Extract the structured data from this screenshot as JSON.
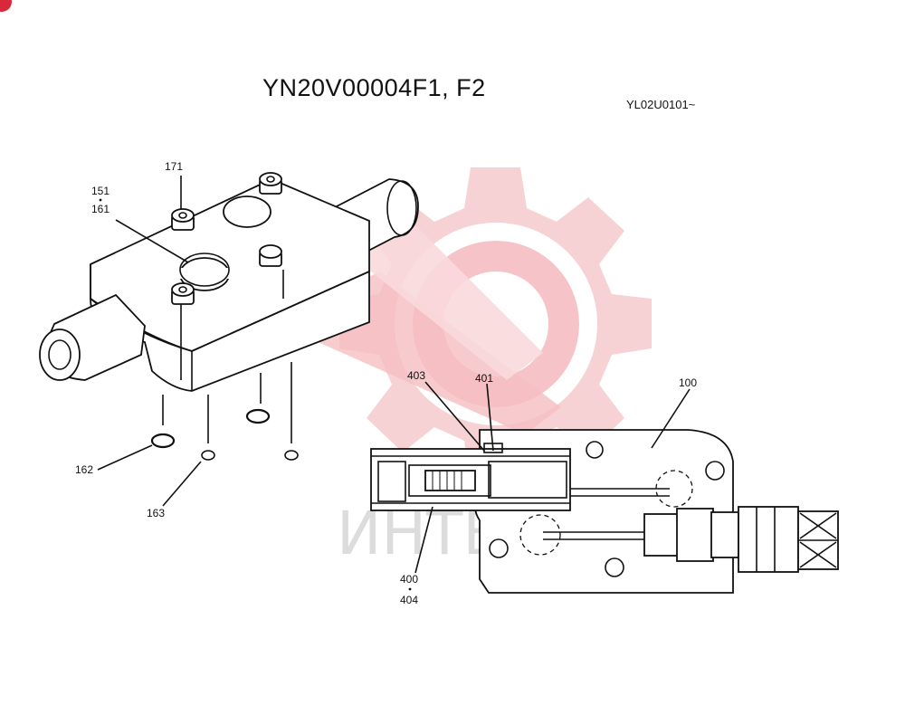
{
  "title": "YN20V00004F1, F2",
  "serial_range": "YL02U0101~",
  "watermark_text": "ИНТЕХ",
  "colors": {
    "watermark": "#f3b9bd",
    "watermark_text": "#dcdcdc",
    "corner_mark": "#d8283a",
    "line": "#111111"
  },
  "callouts": {
    "c171": "171",
    "c151": "151",
    "c161": "161",
    "c162": "162",
    "c163": "163",
    "c403": "403",
    "c401": "401",
    "c100": "100",
    "c400": "400",
    "c404": "404"
  }
}
